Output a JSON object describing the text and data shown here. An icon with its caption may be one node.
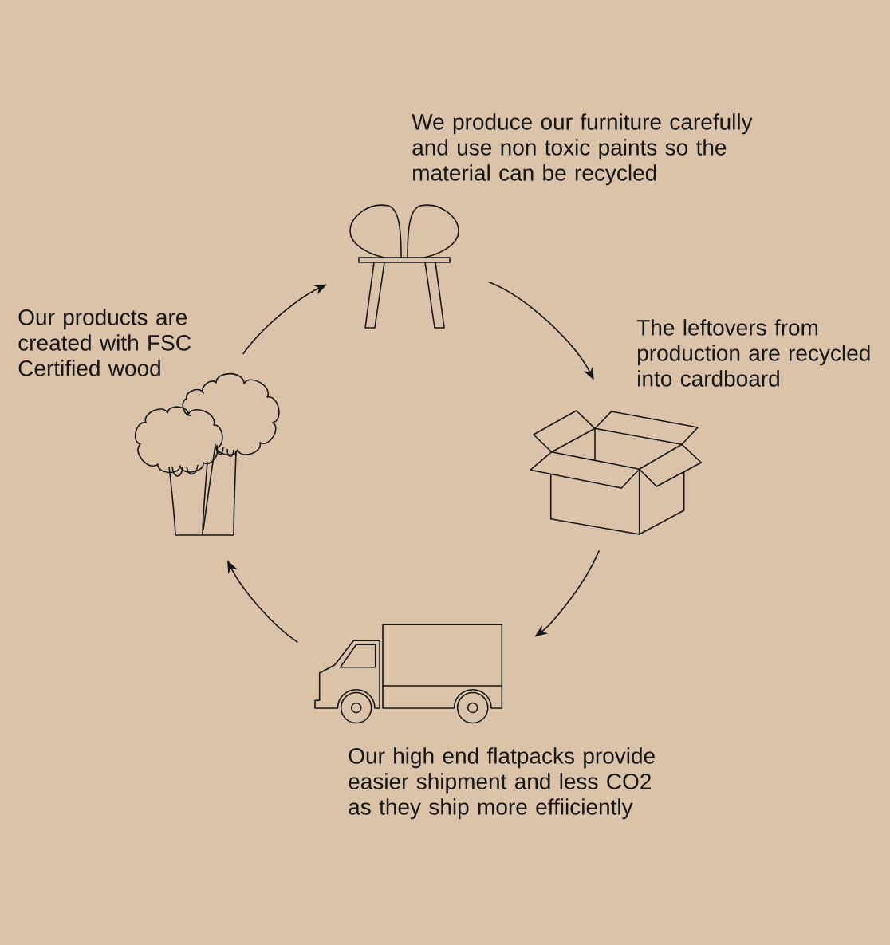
{
  "diagram": {
    "nodes": [
      {
        "text": [],
        "shape": "picture",
        "beside": [
          "We produce our furniture carefully and use non toxic paints so the material can be recycled"
        ]
      },
      {
        "text": [],
        "shape": "picture",
        "beside": [
          "Our products are created with FSC Certified wood"
        ]
      },
      {
        "text": [],
        "shape": "picture",
        "beside": [
          "The leftovers from production are recycled into cardboard"
        ]
      },
      {
        "text": [],
        "shape": "picture",
        "beside": [
          "Our high end flatpacks provide easier shipment and less CO2 as they ship more effiiciently"
        ]
      }
    ],
    "edges": [
      {
        "from": 1,
        "to": 0,
        "arrow": "to"
      },
      {
        "from": 0,
        "to": 2,
        "arrow": "to"
      },
      {
        "from": 2,
        "to": 3,
        "arrow": "to"
      },
      {
        "from": 3,
        "to": 1,
        "arrow": "to"
      }
    ]
  }
}
